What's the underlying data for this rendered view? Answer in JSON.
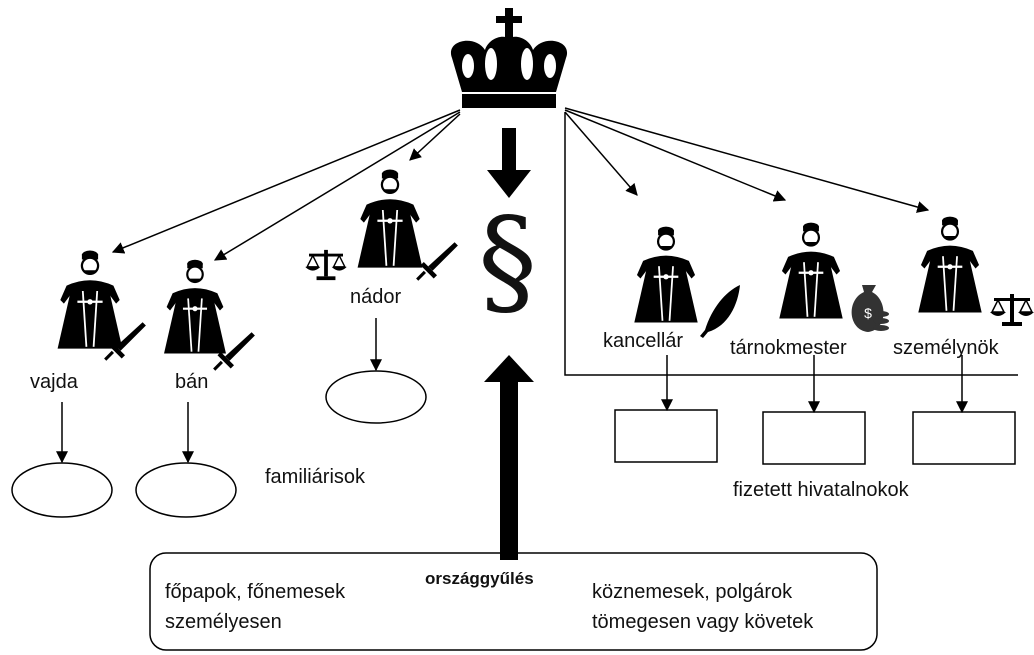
{
  "diagram": {
    "officials": {
      "vajda": "vajda",
      "ban": "bán",
      "nador": "nádor",
      "kancellar": "kancellár",
      "tarnokmester": "tárnokmester",
      "szemelynok": "személynök"
    },
    "familiarisok": "familiárisok",
    "fizetett_hivatalnokok": "fizetett hivatalnokok",
    "law_symbol": "§",
    "parliament": {
      "title": "országgyűlés",
      "left_line1": "főpapok, főnemesek",
      "left_line2": "személyesen",
      "right_line1": "köznemesek, polgárok",
      "right_line2": "tömegesen vagy követek"
    }
  },
  "icons": [
    "crown-icon",
    "noble-figure-icon",
    "sword-icon",
    "scales-icon",
    "quill-icon",
    "money-bag-icon"
  ]
}
